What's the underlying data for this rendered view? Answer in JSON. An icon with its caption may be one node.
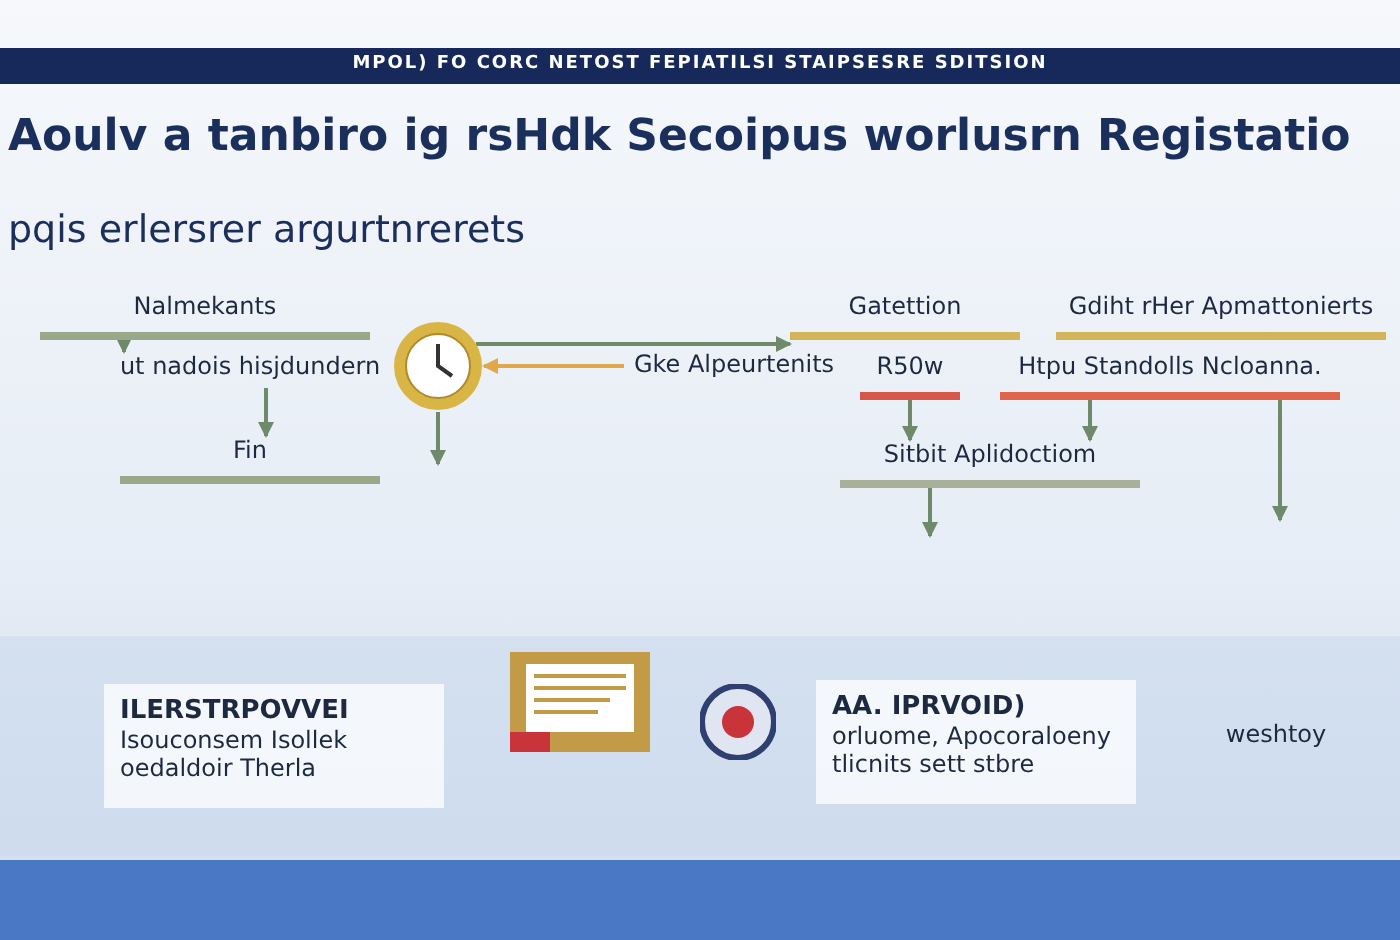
{
  "diagram": {
    "title": "Aoulv a tanbiro ig rsHdk Secoipus worlusrn Registatio",
    "nodes": [
      {
        "text": [
          "Nalmekants"
        ]
      },
      {
        "text": [
          "ut nadois hisjdundern"
        ]
      },
      {
        "text": [
          "Fin"
        ]
      },
      {
        "text": [],
        "shape": "picture"
      },
      {
        "text": [
          "Gke Alpeurtenits"
        ]
      },
      {
        "text": [
          "Gatettion"
        ]
      },
      {
        "text": [
          "R50w"
        ]
      },
      {
        "text": [
          "Gdiht rHer Apmattonierts"
        ]
      },
      {
        "text": [
          "Htpu Standolls Ncloanna."
        ]
      },
      {
        "text": [
          "Sitbit Aplidoctiom"
        ]
      },
      {
        "text": [
          "ILERSTRPOVVEI",
          "Isouconsem Isollek oedaldoir Therla"
        ]
      },
      {
        "text": [],
        "shape": "picture"
      },
      {
        "text": [],
        "shape": "picture"
      },
      {
        "text": [
          "AA. IPRVOID)",
          "orluome, Apocoraloeny tlicnits sett stbre"
        ]
      },
      {
        "text": [
          "weshtoy"
        ]
      }
    ],
    "edges": [
      {
        "from": 0,
        "to": 1,
        "arrow": "to"
      },
      {
        "from": 1,
        "to": 2,
        "arrow": "to"
      },
      {
        "from": 4,
        "to": 3,
        "arrow": "to",
        "color": "#e0a84a"
      },
      {
        "from": 3,
        "to": null,
        "arrow": "to"
      },
      {
        "from": 3,
        "to": 5,
        "arrow": "to"
      },
      {
        "from": 6,
        "to": 9,
        "arrow": "to"
      },
      {
        "from": 8,
        "to": 9,
        "arrow": "to"
      },
      {
        "from": 9,
        "to": null,
        "arrow": "to"
      },
      {
        "from": 8,
        "to": null,
        "arrow": "to"
      }
    ],
    "labels": [
      "MPOL) FO CORC NETOST FEPIATILSI STAIPSESRE SDITSION",
      "pqis erlersrer argurtnrerets"
    ]
  }
}
